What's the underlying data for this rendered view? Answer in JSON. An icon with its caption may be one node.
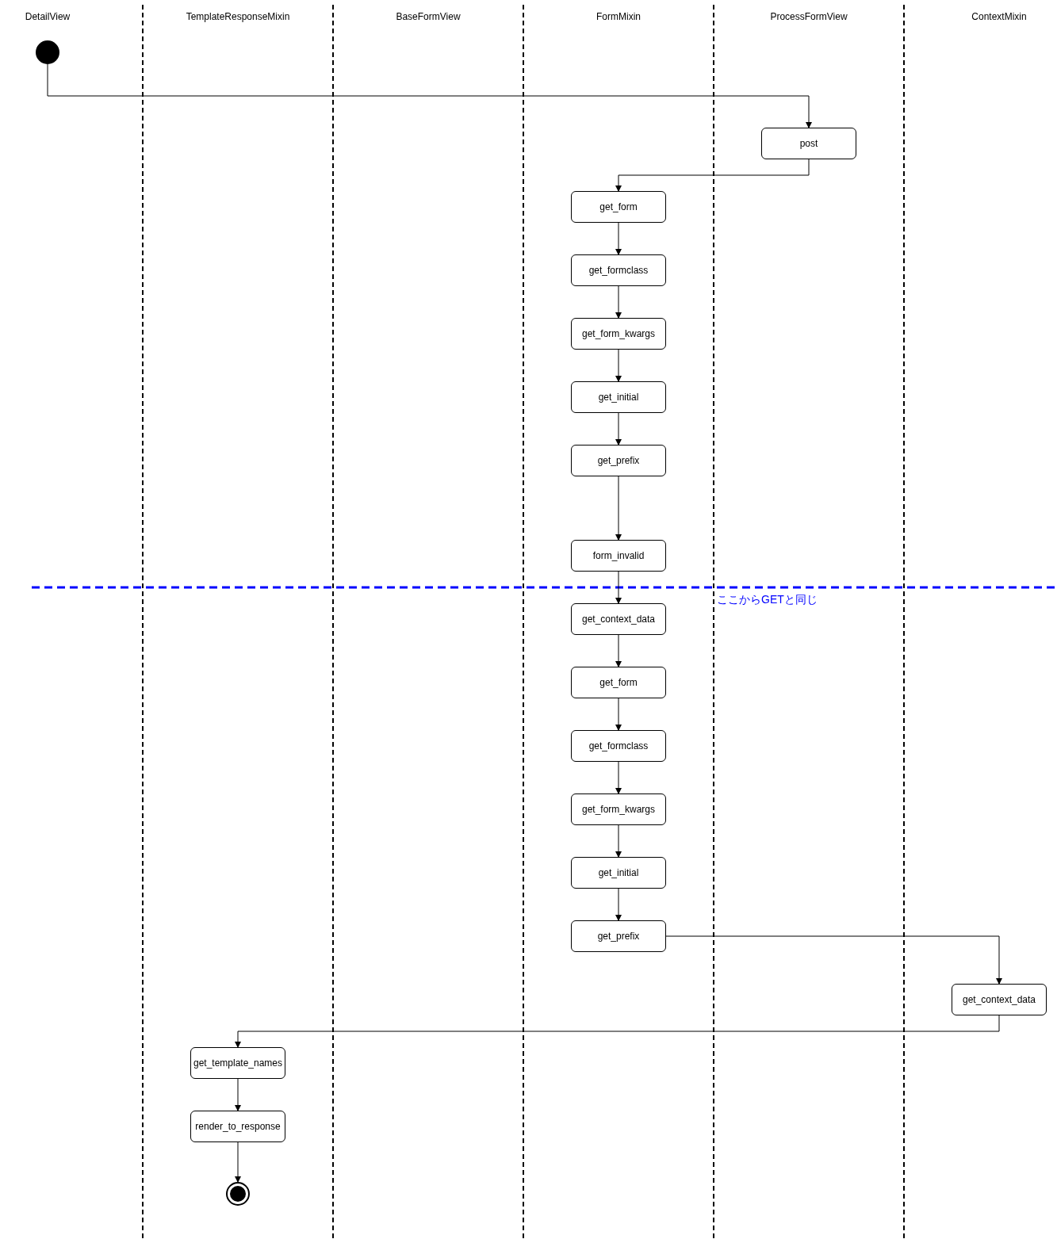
{
  "diagram": {
    "nodes": [
      {
        "text": [],
        "shape": "circle"
      },
      {
        "text": [
          "post"
        ]
      },
      {
        "text": [
          "get_form"
        ]
      },
      {
        "text": [
          "get_formclass"
        ]
      },
      {
        "text": [
          "get_form_kwargs"
        ]
      },
      {
        "text": [
          "get_initial"
        ]
      },
      {
        "text": [
          "get_prefix"
        ]
      },
      {
        "text": [
          "form_invalid"
        ]
      },
      {
        "text": [
          "get_context_data"
        ]
      },
      {
        "text": [
          "get_form"
        ]
      },
      {
        "text": [
          "get_formclass"
        ]
      },
      {
        "text": [
          "get_form_kwargs"
        ]
      },
      {
        "text": [
          "get_initial"
        ]
      },
      {
        "text": [
          "get_prefix"
        ]
      },
      {
        "text": [
          "get_context_data"
        ]
      },
      {
        "text": [
          "get_template_names"
        ]
      },
      {
        "text": [
          "render_to_response"
        ]
      },
      {
        "text": [],
        "shape": "circle"
      }
    ],
    "edges": [
      {
        "from": 0,
        "to": 1,
        "arrow": "to"
      },
      {
        "from": 1,
        "to": 2,
        "arrow": "to"
      },
      {
        "from": 2,
        "to": 3,
        "arrow": "to"
      },
      {
        "from": 3,
        "to": 4,
        "arrow": "to"
      },
      {
        "from": 4,
        "to": 5,
        "arrow": "to"
      },
      {
        "from": 5,
        "to": 6,
        "arrow": "to"
      },
      {
        "from": 6,
        "to": 7,
        "arrow": "to"
      },
      {
        "from": 7,
        "to": 8,
        "arrow": "to"
      },
      {
        "from": 8,
        "to": 9,
        "arrow": "to"
      },
      {
        "from": 9,
        "to": 10,
        "arrow": "to"
      },
      {
        "from": 10,
        "to": 11,
        "arrow": "to"
      },
      {
        "from": 11,
        "to": 12,
        "arrow": "to"
      },
      {
        "from": 12,
        "to": 13,
        "arrow": "to"
      },
      {
        "from": 13,
        "to": 14,
        "arrow": "to"
      },
      {
        "from": 14,
        "to": 15,
        "arrow": "to"
      },
      {
        "from": 15,
        "to": 16,
        "arrow": "to"
      },
      {
        "from": 16,
        "to": 17,
        "arrow": "to"
      }
    ],
    "labels": [
      "DetailView",
      "TemplateResponseMixin",
      "BaseFormView",
      "FormMixin",
      "ProcessFormView",
      "ContextMixin",
      "ここからGETと同じ"
    ]
  }
}
